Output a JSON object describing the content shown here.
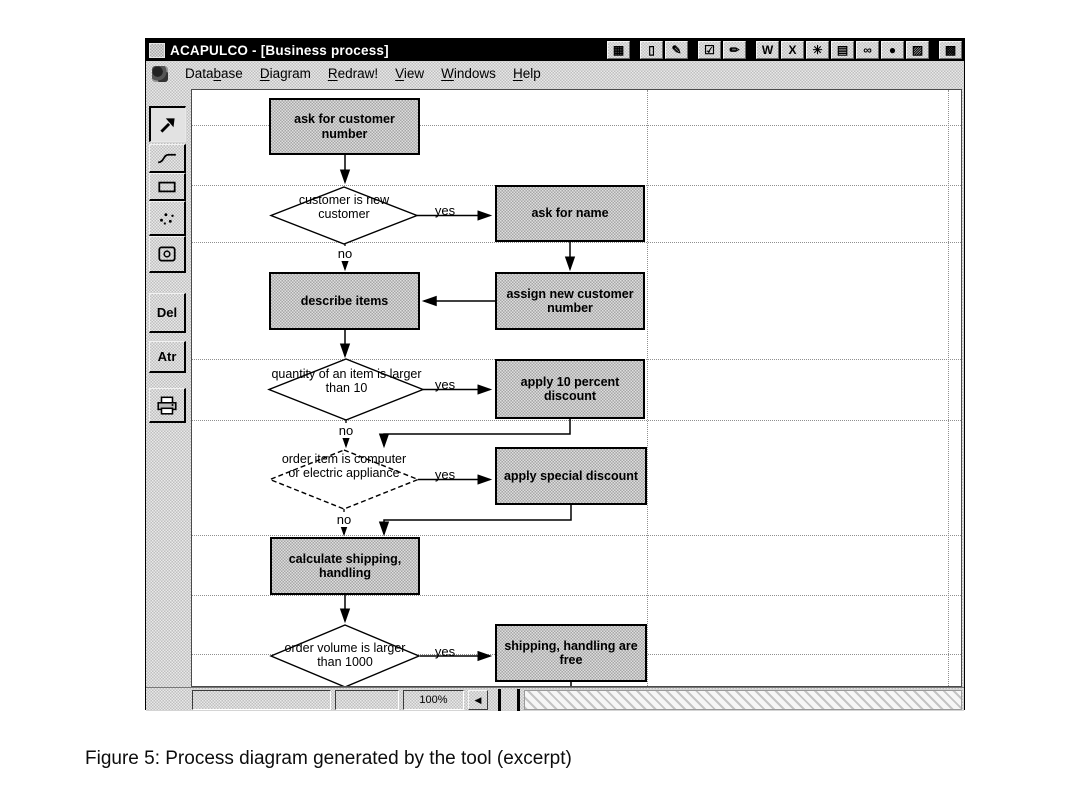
{
  "window": {
    "title": "ACAPULCO - [Business process]",
    "menu": [
      {
        "pre": "Data",
        "key": "b",
        "post": "ase"
      },
      {
        "pre": "",
        "key": "D",
        "post": "iagram"
      },
      {
        "pre": "",
        "key": "R",
        "post": "edraw!"
      },
      {
        "pre": "",
        "key": "V",
        "post": "iew"
      },
      {
        "pre": "",
        "key": "W",
        "post": "indows"
      },
      {
        "pre": "",
        "key": "H",
        "post": "elp"
      }
    ],
    "shortcut_icons": [
      {
        "name": "office-logo-icon",
        "glyph": "▦"
      },
      {
        "name": "new-document-icon",
        "glyph": "▯"
      },
      {
        "name": "pen-icon",
        "glyph": "✎"
      },
      {
        "name": "checklist-icon",
        "glyph": "☑"
      },
      {
        "name": "note-icon",
        "glyph": "✏"
      },
      {
        "name": "word-icon",
        "glyph": "W"
      },
      {
        "name": "excel-icon",
        "glyph": "X"
      },
      {
        "name": "star-icon",
        "glyph": "✳"
      },
      {
        "name": "tray-icon",
        "glyph": "▤"
      },
      {
        "name": "binoculars-icon",
        "glyph": "∞"
      },
      {
        "name": "powerpoint-icon",
        "glyph": "●"
      },
      {
        "name": "picture-icon",
        "glyph": "▨"
      },
      {
        "name": "photo-icon",
        "glyph": "▩"
      }
    ]
  },
  "toolbar": {
    "buttons": [
      {
        "name": "pointer-tool",
        "selected": true
      },
      {
        "name": "connector-tool"
      },
      {
        "name": "rectangle-tool"
      },
      {
        "name": "dots-tool"
      },
      {
        "name": "image-node-tool"
      },
      {
        "name": "delete-tool",
        "label": "Del"
      },
      {
        "name": "attributes-tool",
        "label": "Atr"
      },
      {
        "name": "print-tool"
      }
    ]
  },
  "statusbar": {
    "zoom_level": "100%",
    "scroll_left_glyph": "◀"
  },
  "flow": {
    "nodes": {
      "ask_number": {
        "type": "process",
        "label": "ask for customer number"
      },
      "is_new": {
        "type": "decision",
        "label": "customer is new customer"
      },
      "ask_name": {
        "type": "process",
        "label": "ask for name"
      },
      "assign_number": {
        "type": "process",
        "label": "assign new customer number"
      },
      "describe_items": {
        "type": "process",
        "label": "describe items"
      },
      "qty_gt10": {
        "type": "decision",
        "label": "quantity of an item is larger than 10"
      },
      "discount10": {
        "type": "process",
        "label": "apply 10 percent discount"
      },
      "item_type": {
        "type": "decision",
        "label": "order item is computer or electric appliance"
      },
      "special_discount": {
        "type": "process",
        "label": "apply special discount"
      },
      "calc_shipping": {
        "type": "process",
        "label": "calculate shipping, handling"
      },
      "volume_gt1000": {
        "type": "decision",
        "label": "order volume is larger than 1000"
      },
      "free_shipping": {
        "type": "process",
        "label": "shipping, handling are free"
      }
    },
    "edges": [
      {
        "from": "ask_number",
        "to": "is_new",
        "label": ""
      },
      {
        "from": "is_new",
        "to": "ask_name",
        "label": "yes"
      },
      {
        "from": "is_new",
        "to": "describe_items",
        "label": "no"
      },
      {
        "from": "ask_name",
        "to": "assign_number",
        "label": ""
      },
      {
        "from": "assign_number",
        "to": "describe_items",
        "label": ""
      },
      {
        "from": "describe_items",
        "to": "qty_gt10",
        "label": ""
      },
      {
        "from": "qty_gt10",
        "to": "discount10",
        "label": "yes"
      },
      {
        "from": "qty_gt10",
        "to": "item_type",
        "label": "no"
      },
      {
        "from": "discount10",
        "to": "item_type",
        "label": ""
      },
      {
        "from": "item_type",
        "to": "special_discount",
        "label": "yes"
      },
      {
        "from": "item_type",
        "to": "calc_shipping",
        "label": "no"
      },
      {
        "from": "special_discount",
        "to": "calc_shipping",
        "label": ""
      },
      {
        "from": "calc_shipping",
        "to": "volume_gt1000",
        "label": ""
      },
      {
        "from": "volume_gt1000",
        "to": "free_shipping",
        "label": "yes"
      }
    ]
  },
  "colors": {
    "titlebar_bg": "#000000",
    "node_border": "#000000",
    "canvas_bg": "#ffffff"
  },
  "caption": "Figure 5: Process diagram generated by the tool (excerpt)"
}
